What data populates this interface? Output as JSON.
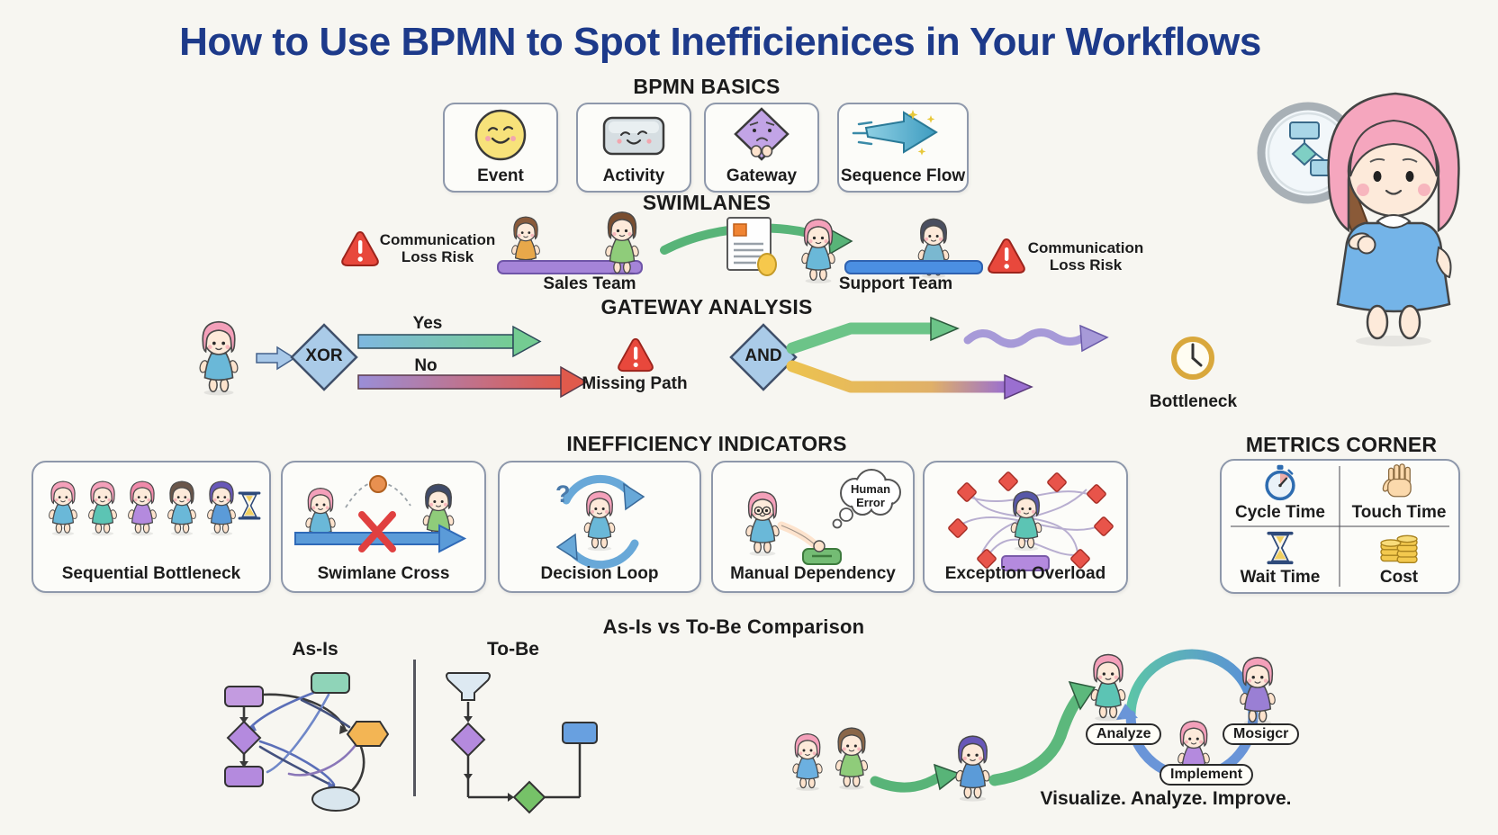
{
  "title": "How to Use BPMN to Spot Inefficienices in Your Workflows",
  "basics": {
    "heading": "BPMN BASICS",
    "cards": [
      {
        "label": "Event",
        "icon": "smiley-circle-icon"
      },
      {
        "label": "Activity",
        "icon": "task-rectangle-icon"
      },
      {
        "label": "Gateway",
        "icon": "diamond-face-icon"
      },
      {
        "label": "Sequence Flow",
        "icon": "flow-arrow-icon"
      }
    ]
  },
  "swimlanes": {
    "heading": "SWIMLANES",
    "warning_left": "Communication Loss Risk",
    "warning_right": "Communication Loss Risk",
    "sales_label": "Sales Team",
    "support_label": "Support Team"
  },
  "gateway": {
    "heading": "GATEWAY ANALYSIS",
    "xor_label": "XOR",
    "and_label": "AND",
    "yes_label": "Yes",
    "no_label": "No",
    "missing_path_label": "Missing Path",
    "bottleneck_label": "Bottleneck"
  },
  "indicators": {
    "heading": "INEFFICIENCY INDICATORS",
    "cards": [
      {
        "label": "Sequential Bottleneck"
      },
      {
        "label": "Swimlane Cross"
      },
      {
        "label": "Decision Loop",
        "mark": "?"
      },
      {
        "label": "Manual Dependency",
        "bubble": "Human Error"
      },
      {
        "label": "Exception Overload"
      }
    ]
  },
  "metrics": {
    "heading": "METRICS CORNER",
    "items": [
      {
        "label": "Cycle Time",
        "icon": "stopwatch-icon"
      },
      {
        "label": "Touch Time",
        "icon": "hand-icon"
      },
      {
        "label": "Wait Time",
        "icon": "hourglass-icon"
      },
      {
        "label": "Cost",
        "icon": "coins-icon"
      }
    ]
  },
  "comparison": {
    "heading": "As-Is vs To-Be Comparison",
    "as_is_label": "As-Is",
    "to_be_label": "To-Be"
  },
  "cycle": {
    "step_analyze": "Analyze",
    "step_design": "Mosigcr",
    "step_implement": "Implement",
    "tagline": "Visualize. Analyze. Improve."
  },
  "colors": {
    "title": "#1d3a8a",
    "warning": "#e8483c",
    "sales_lane": "#a584d8",
    "support_lane": "#4b8fe2",
    "gateway_fill": "#aacbe8",
    "yes_green": "#74cc92",
    "no_red": "#e05a4c",
    "bottleneck_gold": "#d9a83c",
    "background": "#f7f6f1"
  }
}
